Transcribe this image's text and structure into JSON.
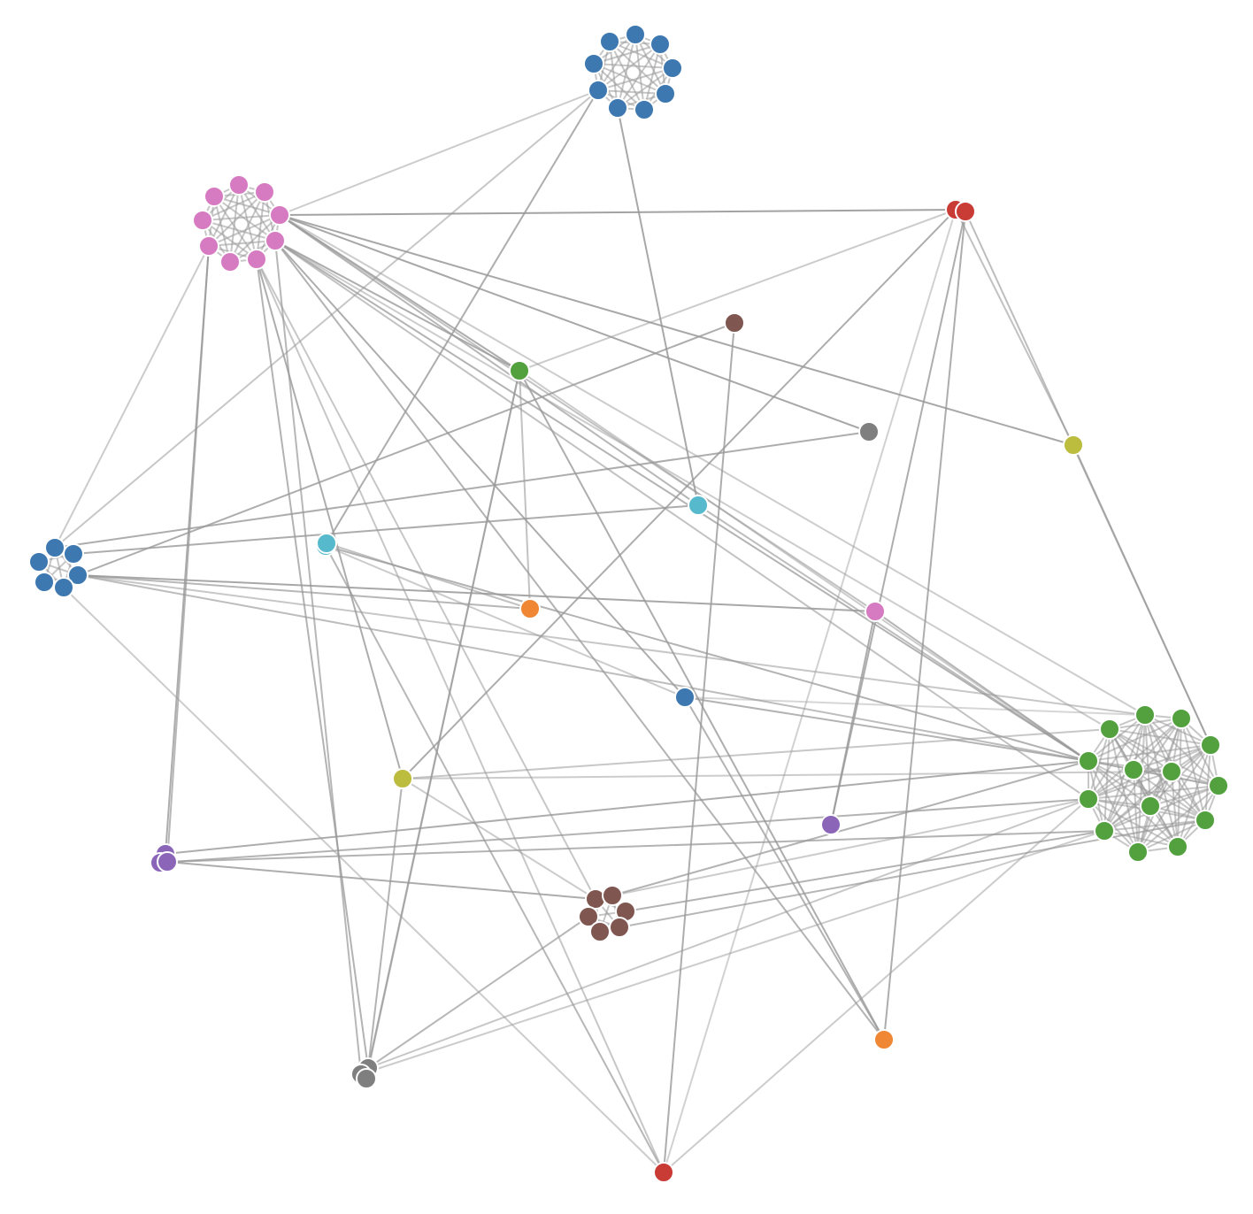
{
  "graph": {
    "node_stroke": "#ffffff",
    "link_color": "#999999",
    "groups": [
      {
        "name": "blue",
        "color": "#3d78b0"
      },
      {
        "name": "pink",
        "color": "#d67bc1"
      },
      {
        "name": "red",
        "color": "#c93b35"
      },
      {
        "name": "green",
        "color": "#52a13e"
      },
      {
        "name": "brown",
        "color": "#7f5650"
      },
      {
        "name": "gray",
        "color": "#7f7f7f"
      },
      {
        "name": "cyan",
        "color": "#56b9cc"
      },
      {
        "name": "olive",
        "color": "#bcbc3f"
      },
      {
        "name": "orange",
        "color": "#ef8734"
      },
      {
        "name": "purple",
        "color": "#8b66b8"
      }
    ],
    "node_count": 71,
    "link_count": 214
  }
}
